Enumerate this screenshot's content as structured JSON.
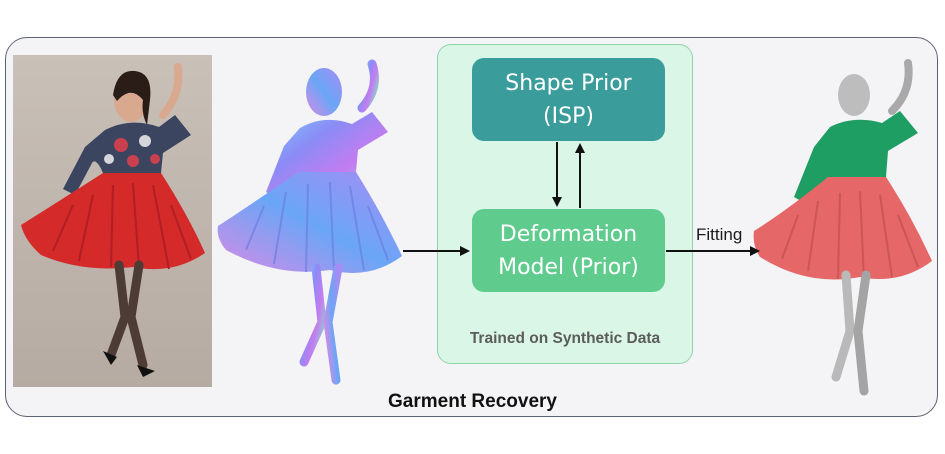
{
  "diagram": {
    "shape_prior_box": {
      "line1": "Shape Prior",
      "line2": "(ISP)",
      "color": "#3a9d9c"
    },
    "deformation_box": {
      "line1": "Deformation",
      "line2": "Model (Prior)",
      "color": "#5fcc8e"
    },
    "panel_caption": "Trained on Synthetic Data",
    "fitting_label": "Fitting",
    "bottom_title": "Garment Recovery",
    "panel_color": "#d9f6e6",
    "frame_border_color": "#5d6273"
  },
  "images": {
    "input_photo": "woman-dancing-photo",
    "normal_map": "normal-map-render",
    "fitted_result": "fitted-garment-mesh"
  }
}
